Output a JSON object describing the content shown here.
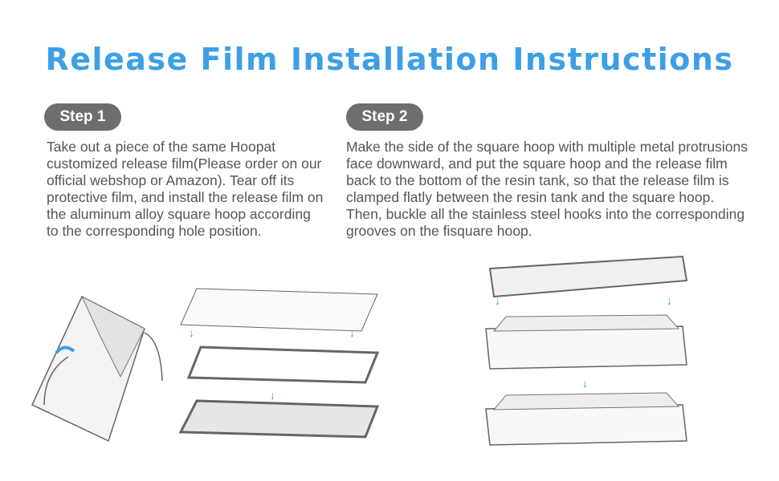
{
  "title": "Release Film Installation Instructions",
  "steps": [
    {
      "label": "Step 1",
      "text": "Take out a piece of the same Hoopat customized release film(Please order on our official webshop or Amazon). Tear off its protective film, and install the release film on the aluminum alloy square hoop according to the corresponding hole position."
    },
    {
      "label": "Step 2",
      "text": "Make the side of the square hoop with multiple metal protrusions face downward, and put the square hoop and the release film back to the bottom of the resin tank, so that the release film is clamped flatly between the resin tank and the square hoop. Then, buckle all the stainless steel hooks into the corresponding grooves on the fisquare hoop."
    }
  ],
  "colors": {
    "accent": "#3d9fe6",
    "pill": "#6e6e6e",
    "text": "#555555"
  }
}
